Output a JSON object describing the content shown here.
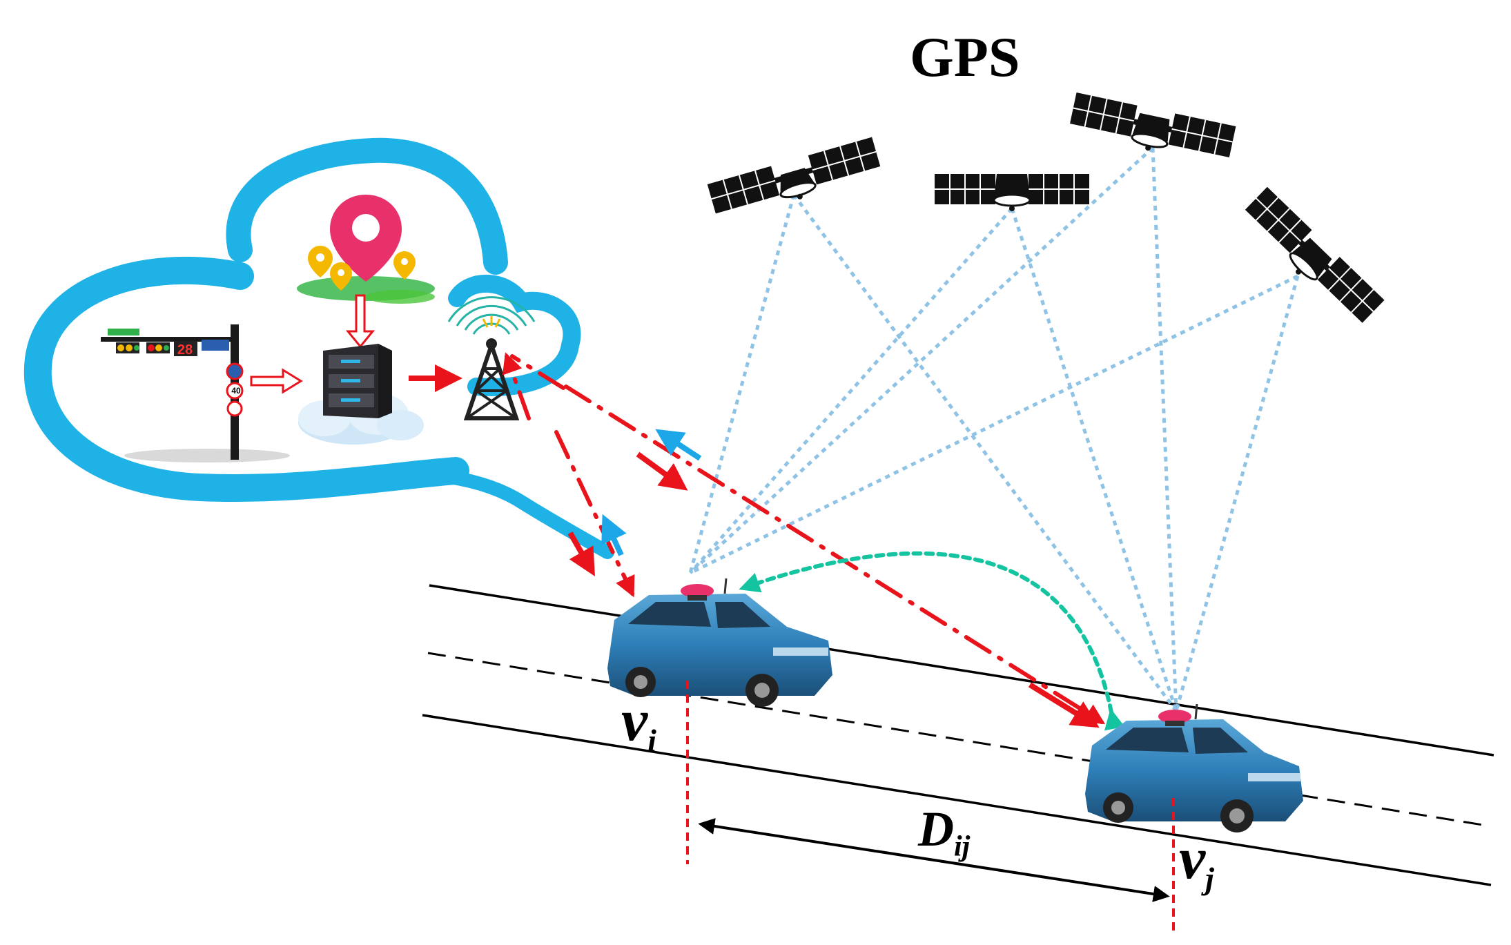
{
  "figure": {
    "gps_label": "GPS",
    "vehicle_i": {
      "symbol": "v",
      "subscript": "i"
    },
    "vehicle_j": {
      "symbol": "v",
      "subscript": "j"
    },
    "distance": {
      "symbol": "D",
      "subscript": "ij"
    },
    "traffic_light_countdown": "28",
    "speed_sign": "40",
    "colors": {
      "cloud": "#1fb2e6",
      "gps_link": "#8fc3e6",
      "v2i_link": "#e8131b",
      "uplink_arrow": "#1ea7e8",
      "v2v_link": "#14c4a0",
      "road": "#000000",
      "vehicle_body": "#2e7fb8",
      "marker": "#e8316b",
      "marker_small": "#f5b800"
    }
  }
}
